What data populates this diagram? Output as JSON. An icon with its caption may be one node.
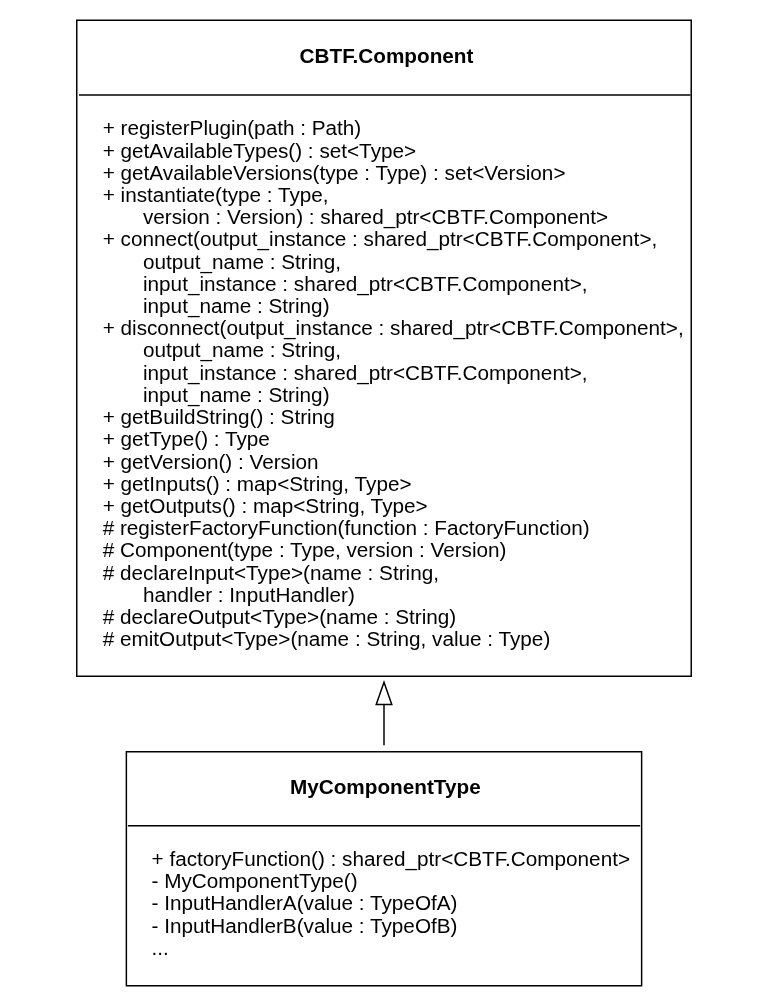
{
  "diagram": {
    "nodes": [
      {
        "text": [
          "CBTF.Component",
          "+ registerPlugin(path : Path)",
          "+ getAvailableTypes() : set<Type>",
          "+ getAvailableVersions(type : Type) : set<Version>",
          "+ instantiate(type : Type, version : Version) : shared_ptr<CBTF.Component>",
          "+ connect(output_instance : shared_ptr<CBTF.Component>, output_name : String, input_instance : shared_ptr<CBTF.Component>, input_name : String)",
          "+ disconnect(output_instance : shared_ptr<CBTF.Component>, output_name : String, input_instance : shared_ptr<CBTF.Component>, input_name : String)",
          "+ getBuildString() : String",
          "+ getType() : Type",
          "+ getVersion() : Version",
          "+ getInputs() : map<String, Type>",
          "+ getOutputs() : map<String, Type>",
          "# registerFactoryFunction(function : FactoryFunction)",
          "# Component(type : Type, version : Version)",
          "# declareInput<Type>(name : String, handler : InputHandler)",
          "# declareOutput<Type>(name : String)",
          "# emitOutput<Type>(name : String, value : Type)"
        ]
      },
      {
        "text": [
          "MyComponentType",
          "+ factoryFunction() : shared_ptr<CBTF.Component>",
          "- MyComponentType()",
          "- InputHandlerA(value : TypeOfA)",
          "- InputHandlerB(value : TypeOfB)",
          "..."
        ]
      }
    ],
    "edges": [
      {
        "from": 1,
        "to": 0,
        "arrow": "to"
      }
    ]
  }
}
